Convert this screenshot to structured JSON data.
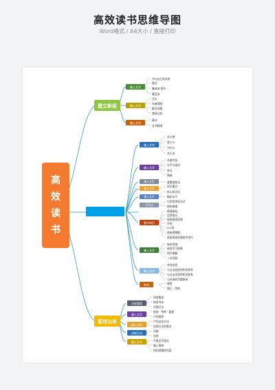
{
  "header": {
    "title": "高效读书思维导图",
    "subtitle": "Word格式 / A4大小 / 直接打印"
  },
  "colors": {
    "root": "#f37a2e",
    "branch_green": "#8dc63f",
    "branch_blue": "#00a0e9",
    "branch_yellow": "#f5b800",
    "line": "#1f8fa8"
  },
  "root": {
    "chars": [
      "高",
      "效",
      "读",
      "书"
    ]
  },
  "branches": {
    "top": {
      "label": "建立新组",
      "tag1": "输入文字",
      "tag1_items": [
        "书与自己的关系",
        "要点",
        "集体体·首节",
        "看目录"
      ],
      "tag2": "输入文字",
      "tag2_items": [
        "开头",
        "作者简图",
        "解决问题",
        "使经认知"
      ],
      "tag3": "输入文字",
      "tag3_items": [
        "章节",
        "全书脉络"
      ]
    },
    "middle": {
      "label": "",
      "tag1": "输入文字",
      "tag1_items": [
        "怎么想",
        "是什么",
        "为什么",
        "怎么办"
      ],
      "tag2": "输入文字",
      "tag2_items": [
        "关键字段",
        "句子与观点",
        "举点",
        "情感"
      ],
      "tag3": "输入文字",
      "tag3_items": [
        "要看细则法"
      ],
      "tag4": "输入文字",
      "tag4_items": [
        "知识重点"
      ],
      "tag5": "输入文字",
      "tag5_items": [
        "核心知识点",
        "精彩句子"
      ],
      "tag6": "写作法",
      "tag6_items": [
        "引用思考的句子",
        "结构梳理"
      ],
      "tag7": "看书知识",
      "tag7_items": [
        "梳理副标",
        "信息笔记",
        "绘制思维导图",
        "手绘",
        "A4 纸",
        "绘制逻辑图",
        "画面思维导图软件进行"
      ],
      "tag8": "输入文字",
      "tag8_items": [
        "结合思维",
        "结合学习结果",
        "知识掌握",
        "二次回顾"
      ],
      "tag9": "输入文字",
      "tag9_items": [
        "补充信息",
        "与过去经验的知识联系",
        "与过去学到的知识联系",
        "与未来的问题联系"
      ],
      "tag10": "补充",
      "tag10_items": [
        "感悟",
        "摘汇 · 思辨"
      ]
    },
    "bottom": {
      "label": "复述出来",
      "tag1": "讲述重复",
      "tag1_items": [
        "讲述重述",
        "结合书本",
        "详细讨论"
      ],
      "tag2": "输入文字",
      "tag2_items": [
        "结合 · 举例 · 重述",
        "介绍推荐"
      ],
      "tag3": "输入文字",
      "tag3_items": [
        "介绍这本方法",
        "自我方法的重点"
      ],
      "tag4": "讲述方法",
      "tag4_items": [
        "归纳",
        "总结"
      ],
      "tag5": "输入文字",
      "tag5_items": [
        "不要全写相关",
        "输入简单",
        "找到逻辑的内容"
      ]
    }
  }
}
